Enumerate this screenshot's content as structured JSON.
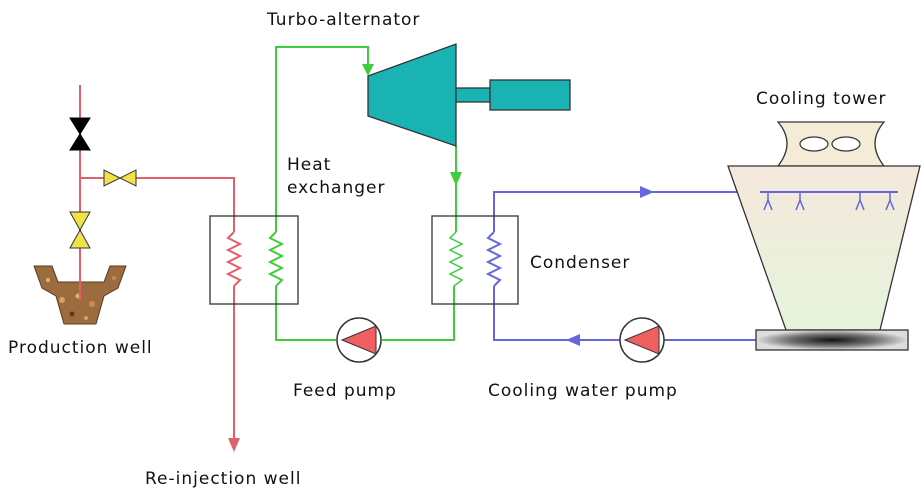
{
  "labels": {
    "turbo_alternator": "Turbo-alternator",
    "heat_exchanger_line1": "Heat",
    "heat_exchanger_line2": "exchanger",
    "cooling_tower": "Cooling tower",
    "condenser": "Condenser",
    "production_well": "Production well",
    "feed_pump": "Feed pump",
    "cooling_water_pump": "Cooling water pump",
    "reinjection_well": "Re-injection well"
  },
  "colors": {
    "geothermal_fluid": "#e0606a",
    "working_fluid": "#3fcc3f",
    "cooling_water": "#6666dd",
    "turbine": "#1ab3b3",
    "valve": "#f2e24a",
    "pump": "#f06060",
    "tower_fill": "#f4ecd6"
  }
}
